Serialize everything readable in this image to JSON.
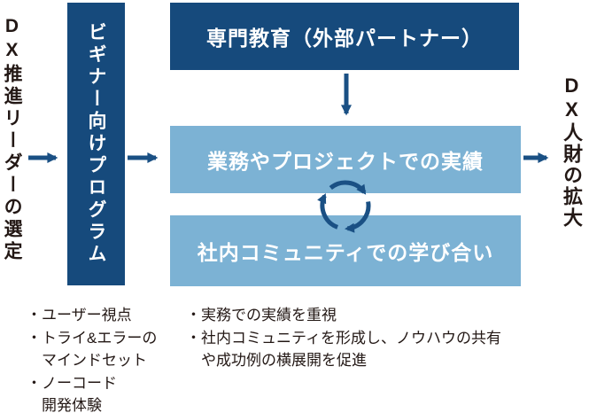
{
  "diagram": {
    "left_label": "DX推進リーダーの選定",
    "right_label": "DX人財の拡大",
    "boxes": {
      "beginner": "ビギナー向けプログラム",
      "expert": "専門教育（外部パートナー）",
      "practice": "業務やプロジェクトでの実績",
      "community": "社内コミュニティでの学び合い"
    },
    "notes_left": [
      "・ユーザー視点",
      "・トライ&エラーの",
      "マインドセット",
      "・ノーコード",
      "開発体験"
    ],
    "notes_middle": [
      "・実務での実績を重視",
      "・社内コミュニティを形成し、ノウハウの共有",
      "や成功例の横展開を促進"
    ],
    "icons": {
      "cycle": "circular-cycle-arrows"
    },
    "colors": {
      "navy": "#164a7c",
      "light_blue": "#7cb2d4",
      "arrow": "#1a5084",
      "text": "#231815",
      "box_text": "#ffffff"
    }
  }
}
